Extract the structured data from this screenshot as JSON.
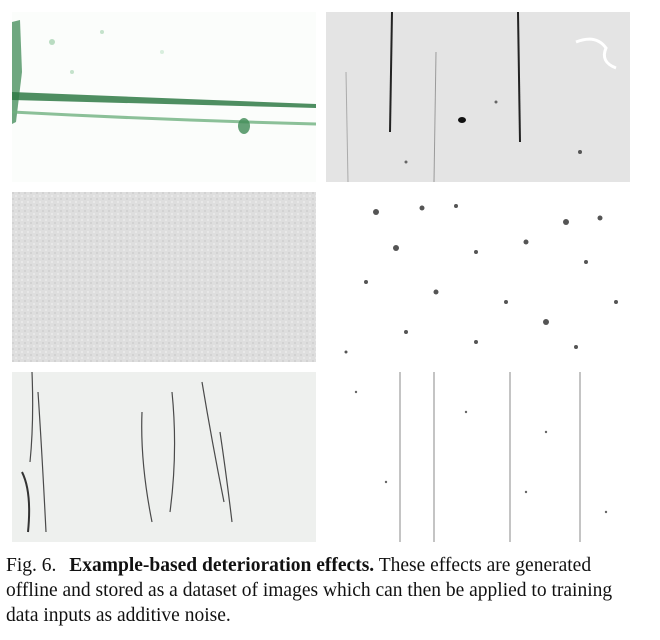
{
  "figure": {
    "panels": [
      {
        "effect": "green-stain"
      },
      {
        "effect": "scratched-gray"
      },
      {
        "effect": "grain-noise"
      },
      {
        "effect": "dark-speckles"
      },
      {
        "effect": "streaks"
      },
      {
        "effect": "vertical-lines"
      }
    ]
  },
  "caption": {
    "label": "Fig. 6.",
    "title": "Example-based deterioration effects.",
    "body": "These effects are generated offline and stored as a dataset of images which can then be applied to training data inputs as additive noise."
  }
}
